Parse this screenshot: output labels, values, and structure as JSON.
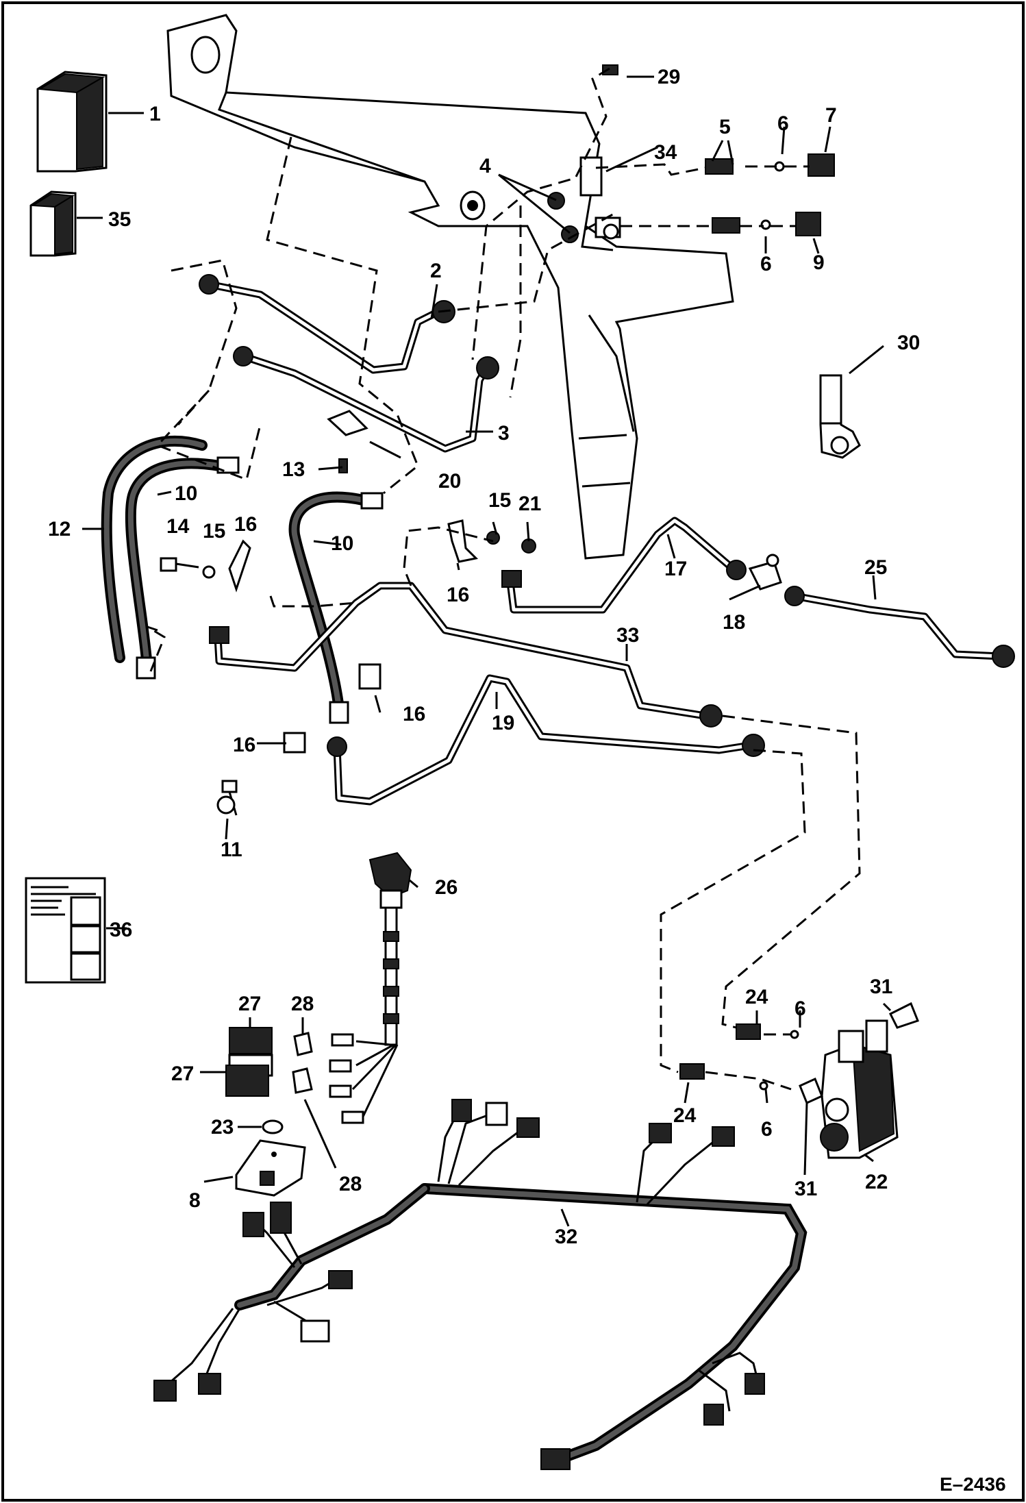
{
  "diagram_code": "E–2436",
  "callouts": {
    "c1": "1",
    "c2": "2",
    "c3": "3",
    "c4": "4",
    "c5": "5",
    "c6a": "6",
    "c6b": "6",
    "c6c": "6",
    "c6d": "6",
    "c7": "7",
    "c8": "8",
    "c9": "9",
    "c10a": "10",
    "c10b": "10",
    "c11": "11",
    "c12": "12",
    "c13": "13",
    "c14": "14",
    "c15a": "15",
    "c15b": "15",
    "c16a": "16",
    "c16b": "16",
    "c16c": "16",
    "c16d": "16",
    "c17": "17",
    "c18": "18",
    "c19": "19",
    "c20": "20",
    "c21": "21",
    "c22": "22",
    "c23": "23",
    "c24a": "24",
    "c24b": "24",
    "c25": "25",
    "c26": "26",
    "c27a": "27",
    "c27b": "27",
    "c28a": "28",
    "c28b": "28",
    "c29": "29",
    "c30": "30",
    "c31a": "31",
    "c31b": "31",
    "c32": "32",
    "c33": "33",
    "c34": "34",
    "c35": "35",
    "c36": "36"
  }
}
